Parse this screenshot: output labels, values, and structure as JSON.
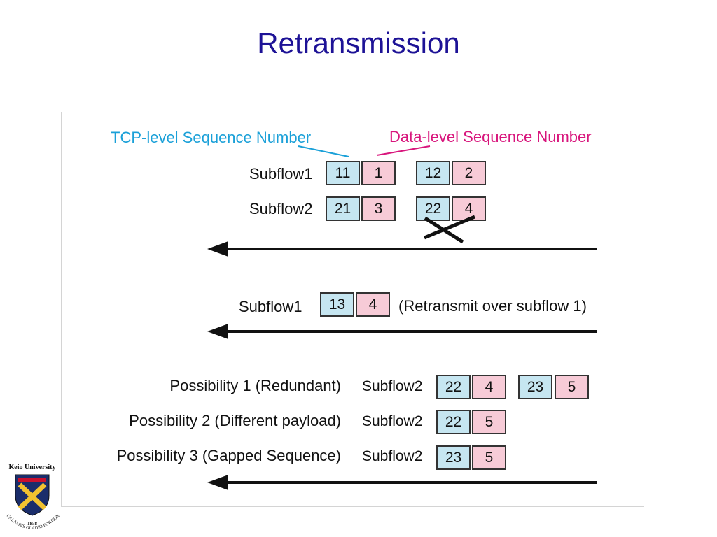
{
  "slide": {
    "title": "Retransmission"
  },
  "labels": {
    "tcp_level": "TCP-level Sequence Number",
    "data_level": "Data-level Sequence Number"
  },
  "colors": {
    "title": "#1d1296",
    "tcp": "#1aa0d8",
    "data": "#d8157c",
    "tcp_box": "#c6e6f1",
    "data_box": "#f7cbd7"
  },
  "section1": {
    "rows": [
      {
        "label": "Subflow1",
        "segments": [
          {
            "tcp": "11",
            "data": "1"
          },
          {
            "tcp": "12",
            "data": "2"
          }
        ]
      },
      {
        "label": "Subflow2",
        "segments": [
          {
            "tcp": "21",
            "data": "3"
          },
          {
            "tcp": "22",
            "data": "4"
          }
        ]
      }
    ]
  },
  "section2": {
    "label": "Subflow1",
    "segment": {
      "tcp": "13",
      "data": "4"
    },
    "note": "(Retransmit over subflow 1)"
  },
  "section3": {
    "rows": [
      {
        "possibility": "Possibility 1 (Redundant)",
        "label": "Subflow2",
        "segments": [
          {
            "tcp": "22",
            "data": "4"
          },
          {
            "tcp": "23",
            "data": "5"
          }
        ]
      },
      {
        "possibility": "Possibility 2 (Different payload)",
        "label": "Subflow2",
        "segments": [
          {
            "tcp": "22",
            "data": "5"
          }
        ]
      },
      {
        "possibility": "Possibility 3 (Gapped Sequence)",
        "label": "Subflow2",
        "segments": [
          {
            "tcp": "23",
            "data": "5"
          }
        ]
      }
    ]
  },
  "logo": {
    "name": "Keio University",
    "year": "1858",
    "motto": "CALAMVS GLADIO FORTIOR"
  }
}
